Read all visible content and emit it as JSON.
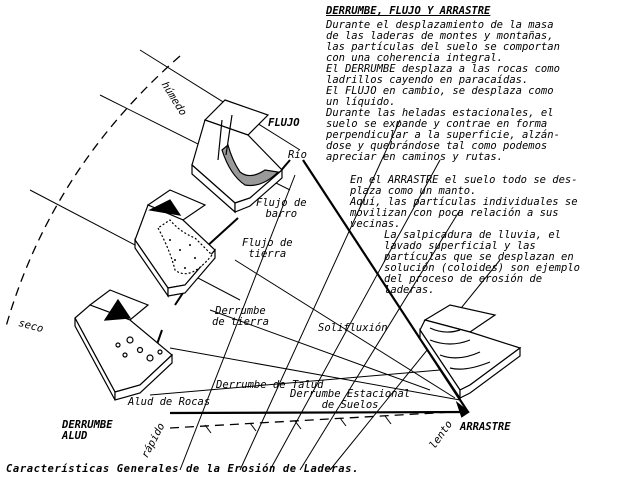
{
  "header": {
    "title": "DERRUMBE, FLUJO Y ARRASTRE",
    "paragraphs": [
      "Durante el desplazamiento de la masa\nde las laderas de montes y montañas,\nlas partículas del suelo se comportan\ncon una coherencia integral.",
      "El DERRUMBE desplaza a las rocas como\nladrillos cayendo en paracaídas.",
      "El FLUJO en cambio, se desplaza como\nun líquido.",
      "Durante las heladas estacionales, el\nsuelo se expande y contrae en forma\nperpendicular a la superficie, alzán-\ndose y quebrándose tal como podemos\napreciar en caminos y rutas."
    ]
  },
  "notes": {
    "arrastre": "En el ARRASTRE el suelo todo se des-\nplaza como un manto.\nAquí, las partículas individuales se\nmovilizan con poca relación a sus\nvecinas.",
    "coloides": "La salpicadura de lluvia, el\nlavado superficial y las\npartículas que se desplazan en\nsolución (coloides) son ejemplo\ndel proceso de erosión de\nladeras."
  },
  "diagram": {
    "vertices": {
      "flujo": "FLUJO",
      "derrumbe": "DERRUMBE",
      "alud": "ALUD",
      "arrastre": "ARRASTRE"
    },
    "scales": {
      "humedo": "húmedo",
      "seco": "seco",
      "rapido": "rápido",
      "lento": "lento"
    },
    "labels": {
      "rio": "Río",
      "flujo_barro": "Flujo de\nbarro",
      "flujo_tierra": "Flujo de\ntierra",
      "derrumbe_tierra": "Derrumbe\nde tierra",
      "solifluxion": "Solifluxión",
      "derrumbe_talud": "Derrumbe de Talud",
      "derrumbe_estacional": "Derrumbe Estacional\nde Suelos",
      "alud_rocas": "Alud de Rocas"
    }
  },
  "caption": "Características Generales de la Erosión de Laderas."
}
